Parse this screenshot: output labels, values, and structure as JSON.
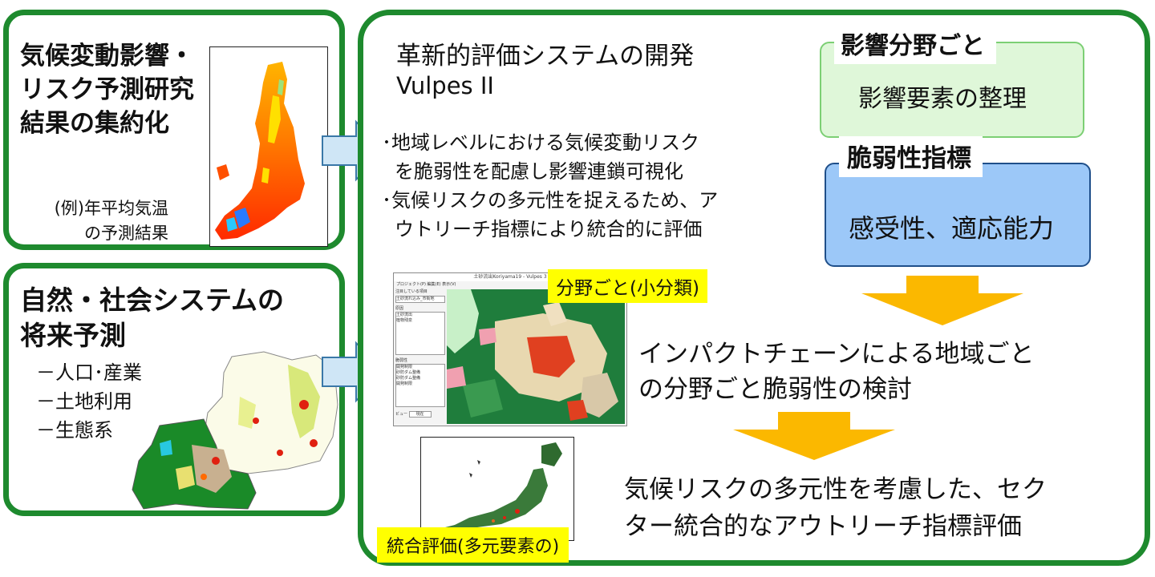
{
  "left_top": {
    "title_lines": [
      "気候変動影響・",
      "リスク予測研究",
      "結果の集約化"
    ],
    "example_lines": [
      "(例)年平均気温",
      "の予測結果"
    ]
  },
  "left_bottom": {
    "title_lines": [
      "自然・社会システムの",
      "将来予測"
    ],
    "items": [
      "－人口･産業",
      "－土地利用",
      "－生態系"
    ]
  },
  "main": {
    "heading": "革新的評価システムの開発",
    "subheading": "Vulpes II",
    "bullets": [
      "･地域レベルにおける気候変動リスク",
      "を脆弱性を配慮し影響連鎖可視化",
      "･気候リスクの多元性を捉えるため、ア",
      "ウトリーチ指標により統合的に評価"
    ],
    "label_sector": "分野ごと(小分類)",
    "label_integrated": "統合評価(多元要素の)",
    "step1_lines": [
      "インパクトチェーンによる地域ごと",
      "の分野ごと脆弱性の検討"
    ],
    "step2_lines": [
      "気候リスクの多元性を考慮した、セク",
      "ター統合的なアウトリーチ指標評価"
    ]
  },
  "right": {
    "impact_title": "影響分野ごと",
    "impact_body": "影響要素の整理",
    "vuln_title": "脆弱性指標",
    "vuln_body": "感受性、適応能力"
  },
  "screenshot": {
    "window_title": "土砂流出Koriyama19 - Vulpes 3",
    "menu": "プロジェクト(P)  編集(E)  表示(V)",
    "panel1_label": "注目している項目",
    "panel1_value": "土砂流れ込み_市街地",
    "panel2_label": "原因",
    "panel2_items": [
      "土砂流出",
      "植物残泉"
    ],
    "panel3_label": "脆弱性",
    "panel3_items": [
      "開発制限",
      "砂防ダム整備",
      "砂防ダム整備",
      "開発制限"
    ],
    "view_label": "ビュー",
    "view_value": "現在"
  },
  "colors": {
    "frame_green": "#1e8a2e",
    "impact_fill": "#dff7d9",
    "impact_border": "#7ccf74",
    "vuln_fill": "#9cc8f8",
    "vuln_border": "#1f4f8a",
    "arrow_orange": "#fbb800",
    "arrow_blue": "#cfe6f6",
    "label_yellow": "#ffff00"
  }
}
